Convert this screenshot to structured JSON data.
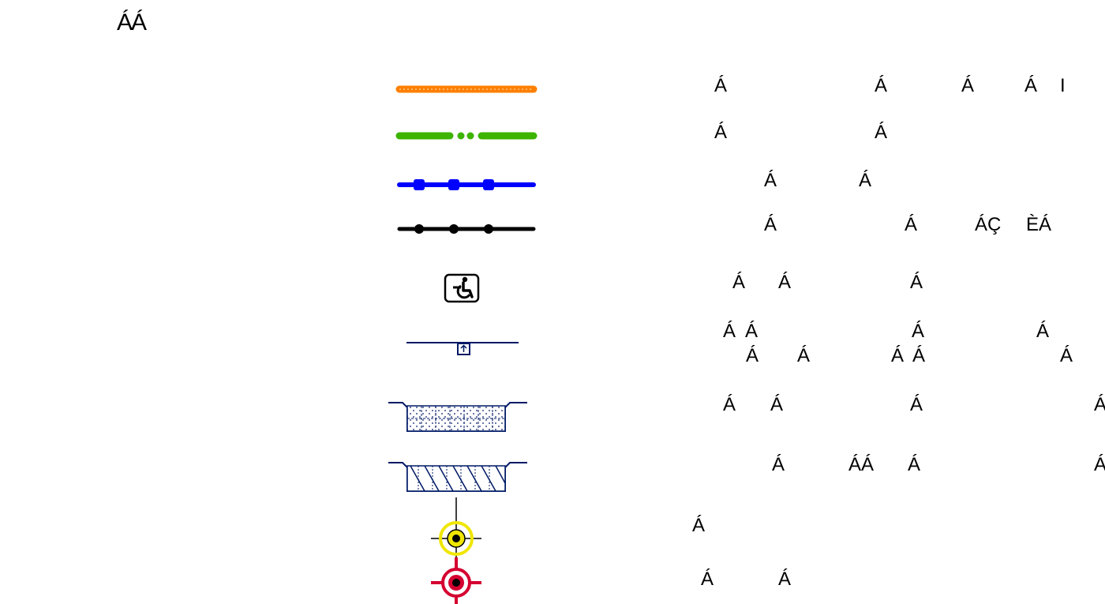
{
  "title": "ÁÁ",
  "legend": [
    {
      "id": "orange-dotted-line",
      "color": "#ff8000",
      "texts": [
        "Á",
        "Á",
        "Á",
        "Á",
        "I"
      ]
    },
    {
      "id": "green-dash-dot-line",
      "color": "#3cb400",
      "texts": [
        "Á",
        "Á"
      ]
    },
    {
      "id": "blue-square-marker-line",
      "color": "#0000ff",
      "texts": [
        "Á",
        "Á"
      ]
    },
    {
      "id": "black-dot-marker-line",
      "color": "#000000",
      "texts": [
        "Á",
        "Á",
        "ÁÇ",
        "ÈÁ"
      ]
    },
    {
      "id": "accessible-symbol",
      "color": "#000000",
      "texts": [
        "Á",
        "Á",
        "Á"
      ]
    },
    {
      "id": "line-with-small-box",
      "color": "#001a66",
      "texts": [
        "Á",
        "Á",
        "Á",
        "Á"
      ],
      "texts2": [
        "Á",
        "Á",
        "Á",
        "Á",
        "Á"
      ]
    },
    {
      "id": "channel-dotted-fill",
      "color": "#001a66",
      "texts": [
        "Á",
        "Á",
        "Á",
        "Á"
      ]
    },
    {
      "id": "channel-hatched-fill",
      "color": "#001a66",
      "texts": [
        "Á",
        "ÁÁ",
        "Á",
        "Á"
      ]
    },
    {
      "id": "yellow-target-point",
      "color": "#f0e600",
      "texts": [
        "Á"
      ]
    },
    {
      "id": "red-target-point",
      "color": "#d40030",
      "texts": [
        "Á",
        "Á"
      ]
    }
  ]
}
